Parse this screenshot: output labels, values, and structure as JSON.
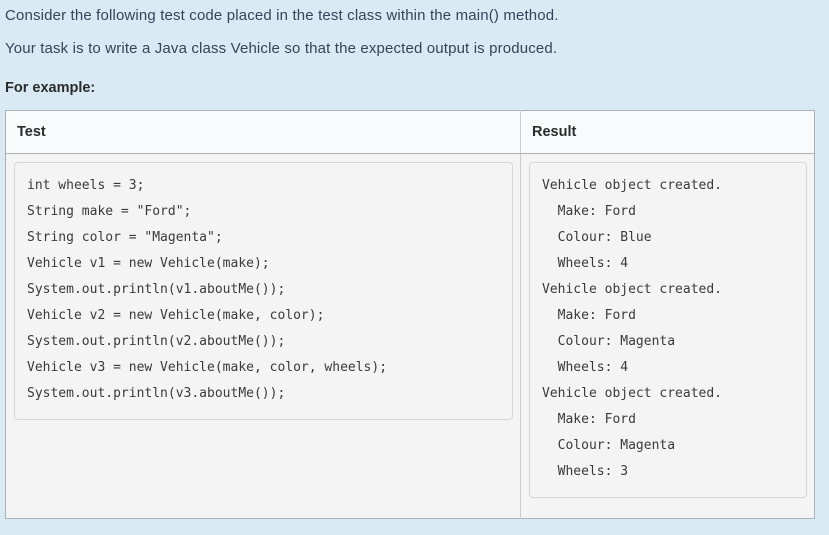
{
  "intro": {
    "line1": "Consider the following test code placed in the test class within the main() method.",
    "line2": "Your task is to write a Java class Vehicle so that the expected output is produced.",
    "for_example_label": "For example:"
  },
  "table": {
    "headers": {
      "test": "Test",
      "result": "Result"
    },
    "rows": [
      {
        "test_code": "int wheels = 3;\nString make = \"Ford\";\nString color = \"Magenta\";\nVehicle v1 = new Vehicle(make);\nSystem.out.println(v1.aboutMe());\nVehicle v2 = new Vehicle(make, color);\nSystem.out.println(v2.aboutMe());\nVehicle v3 = new Vehicle(make, color, wheels);\nSystem.out.println(v3.aboutMe());",
        "result_output": "Vehicle object created.\n  Make: Ford\n  Colour: Blue\n  Wheels: 4\nVehicle object created.\n  Make: Ford\n  Colour: Magenta\n  Wheels: 4\nVehicle object created.\n  Make: Ford\n  Colour: Magenta\n  Wheels: 3"
      }
    ]
  },
  "colors": {
    "page_background": "#d9eaf4",
    "table_border": "#aab2b8",
    "header_background": "#f9fafc",
    "cell_background": "#f4f4f4",
    "code_border": "#d6d6d6",
    "text": "#31465a",
    "code_text": "#3a3a3a"
  }
}
